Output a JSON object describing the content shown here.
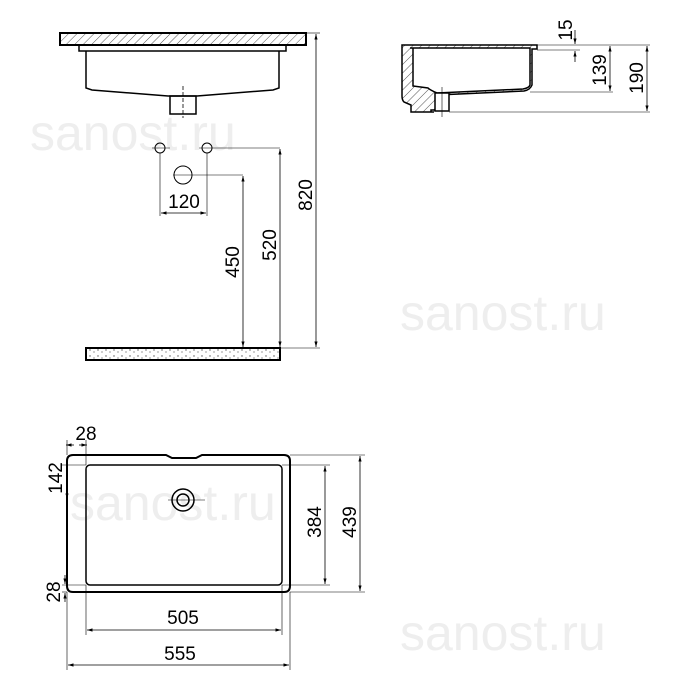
{
  "watermark": "sanost.ru",
  "front_view": {
    "width_between_taps": "120",
    "drain_height": "450",
    "tap_height": "520",
    "counter_height": "820"
  },
  "side_view": {
    "rim": "15",
    "bowl_depth": "139",
    "total_height": "190"
  },
  "top_view": {
    "offset_top": "28",
    "drain_offset": "142",
    "offset_bottom": "28",
    "inner_depth": "384",
    "outer_depth": "439",
    "inner_width": "505",
    "outer_width": "555"
  }
}
